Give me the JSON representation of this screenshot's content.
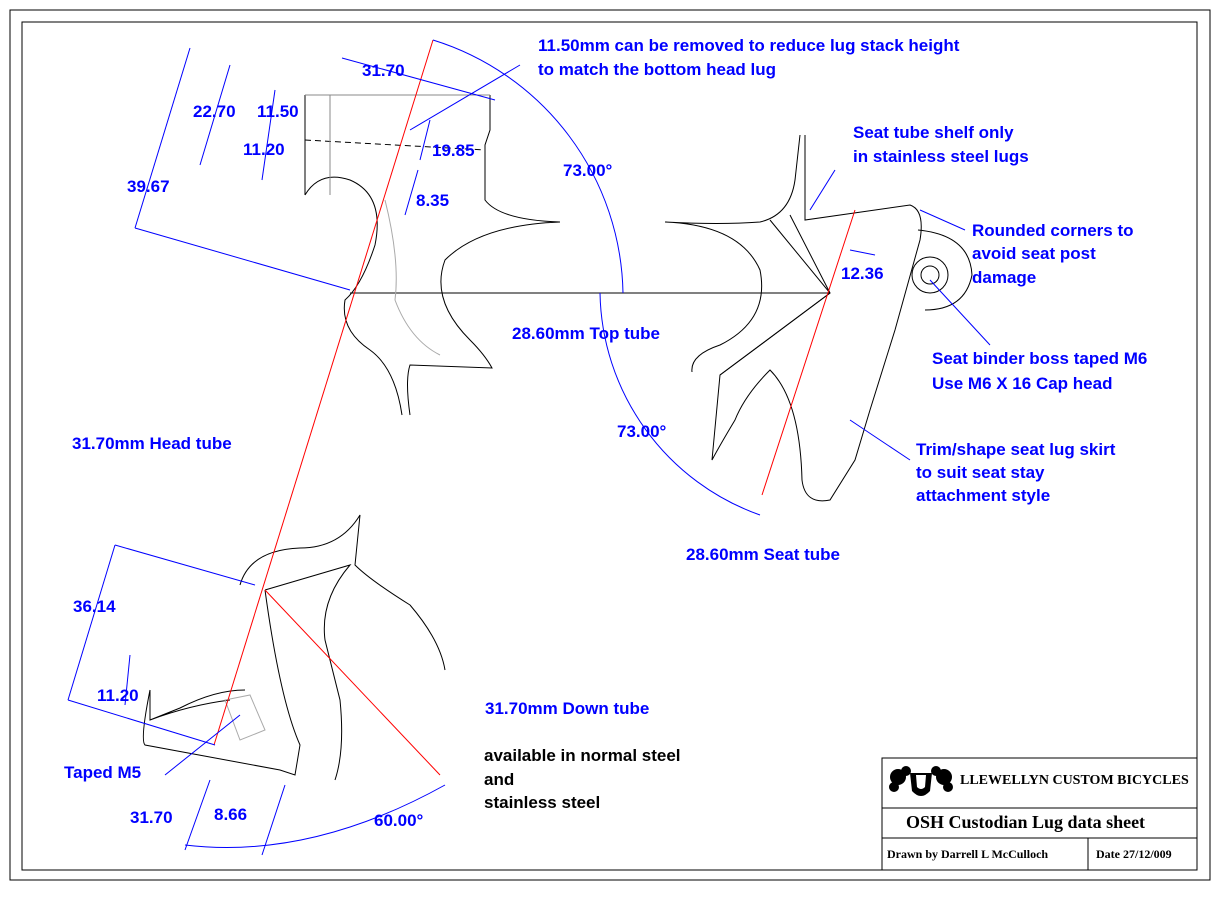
{
  "notes": {
    "stack_height_1": "11.50mm can be removed to reduce lug stack height",
    "stack_height_2": "to match the bottom head lug",
    "shelf_1": "Seat tube shelf only",
    "shelf_2": "in stainless steel lugs",
    "corners_1": "Rounded corners to",
    "corners_2": "avoid seat post",
    "corners_3": "damage",
    "binder_1": "Seat binder boss taped M6",
    "binder_2": "Use M6 X 16 Cap head",
    "skirt_1": "Trim/shape seat lug skirt",
    "skirt_2": "to suit seat stay",
    "skirt_3": "attachment style",
    "taped_m5": "Taped M5",
    "avail_1": "available in normal steel",
    "avail_2": "and",
    "avail_3": "stainless steel"
  },
  "tubes": {
    "top": "28.60mm Top tube",
    "head": "31.70mm Head tube",
    "seat": "28.60mm Seat tube",
    "down": "31.70mm Down tube"
  },
  "dimensions": {
    "top_head_width": "31.70",
    "d22_70": "22.70",
    "d11_50": "11.50",
    "d11_20_top": "11.20",
    "d19_85": "19.85",
    "d8_35": "8.35",
    "d39_67": "39.67",
    "angle_top": "73.00°",
    "d12_36": "12.36",
    "angle_seat": "73.00°",
    "d36_14": "36.14",
    "d11_20_bottom": "11.20",
    "bottom_width": "31.70",
    "d8_66": "8.66",
    "angle_down": "60.00°"
  },
  "title_block": {
    "company": "LLEWELLYN CUSTOM BICYCLES",
    "title": "OSH Custodian Lug data sheet",
    "drawn_by": "Drawn by Darrell L McCulloch",
    "date": "Date 27/12/009"
  },
  "colors": {
    "dimension": "#0000ff",
    "centerline": "#ff0000",
    "outline": "#000000"
  }
}
